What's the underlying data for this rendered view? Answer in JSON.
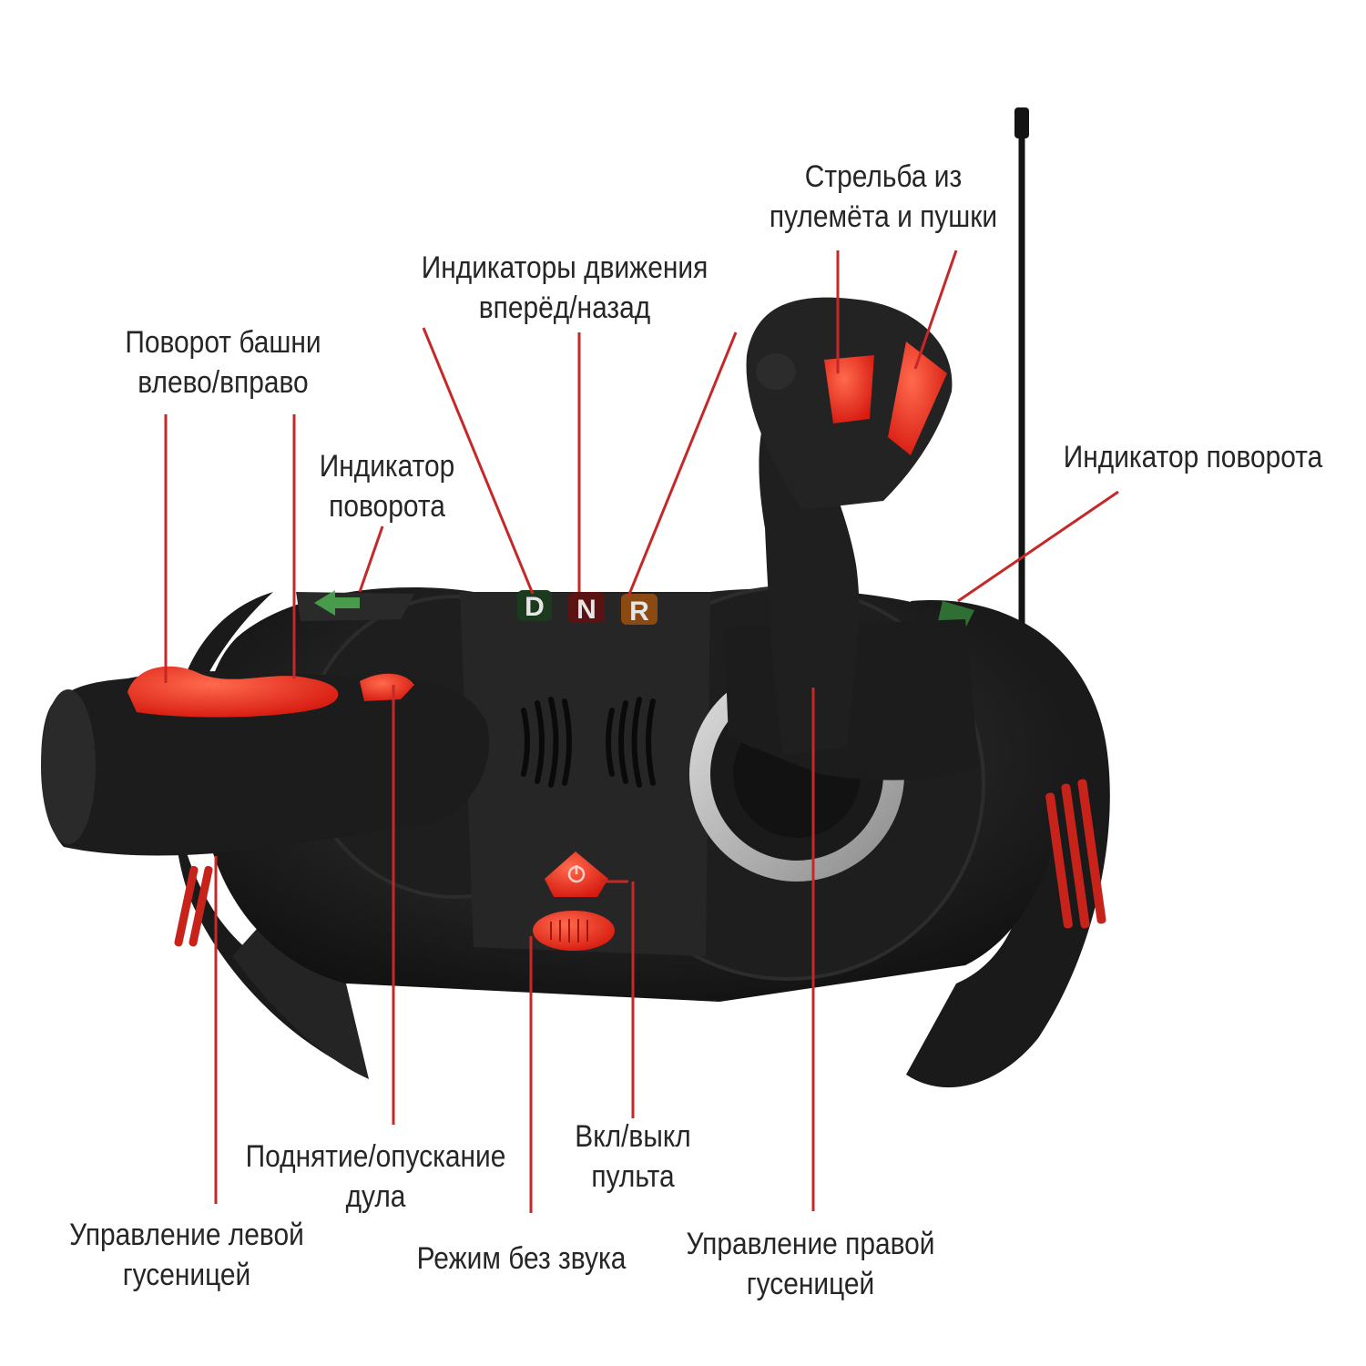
{
  "indicators": {
    "d": "D",
    "n": "N",
    "r": "R"
  },
  "colors": {
    "accent_red": "#e8291c",
    "line_red": "#c62828",
    "body_black": "#1b1b1b",
    "text": "#262626",
    "indicator_d": "#2e7d32",
    "indicator_n": "#b71c1c",
    "indicator_r": "#ef6c00"
  },
  "labels": {
    "fire": "Стрельба из\nпулемёта и пушки",
    "forward_back": "Индикаторы движения\nвперёд/назад",
    "turret": "Поворот башни\nвлево/вправо",
    "turn_left": "Индикатор\nповорота",
    "turn_right": "Индикатор поворота",
    "barrel": "Поднятие/опускание\nдула",
    "power": "Вкл/выкл\nпульта",
    "left_track": "Управление левой\nгусеницей",
    "mute": "Режим без звука",
    "right_track": "Управление правой\nгусеницей"
  }
}
